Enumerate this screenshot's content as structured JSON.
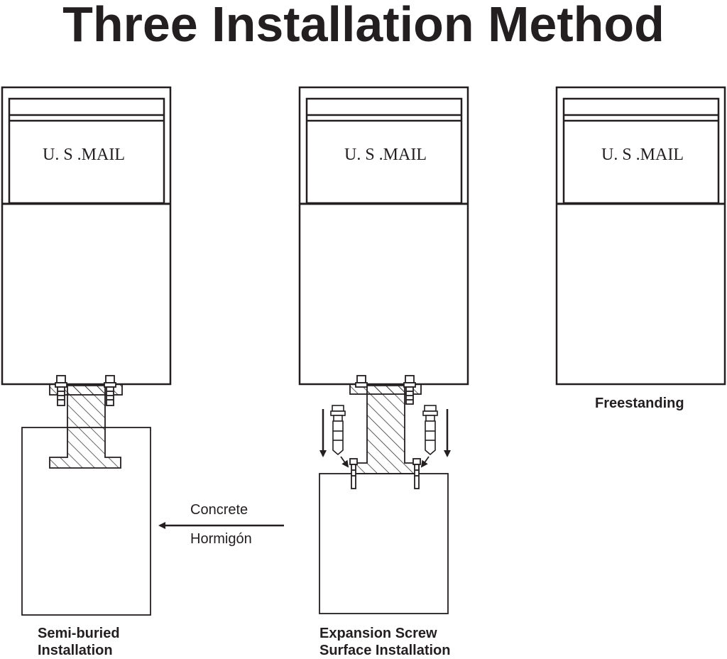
{
  "title": "Three Installation Method",
  "mailbox_label": "U. S .MAIL",
  "methods": [
    {
      "caption_line1": "Semi-buried",
      "caption_line2": "Installation"
    },
    {
      "caption_line1": "Expansion Screw",
      "caption_line2": "Surface Installation"
    },
    {
      "caption_line1": "Freestanding",
      "caption_line2": ""
    }
  ],
  "concrete_callout": {
    "en": "Concrete",
    "es": "Hormigón"
  },
  "colors": {
    "ink": "#231f20",
    "background": "#ffffff"
  }
}
